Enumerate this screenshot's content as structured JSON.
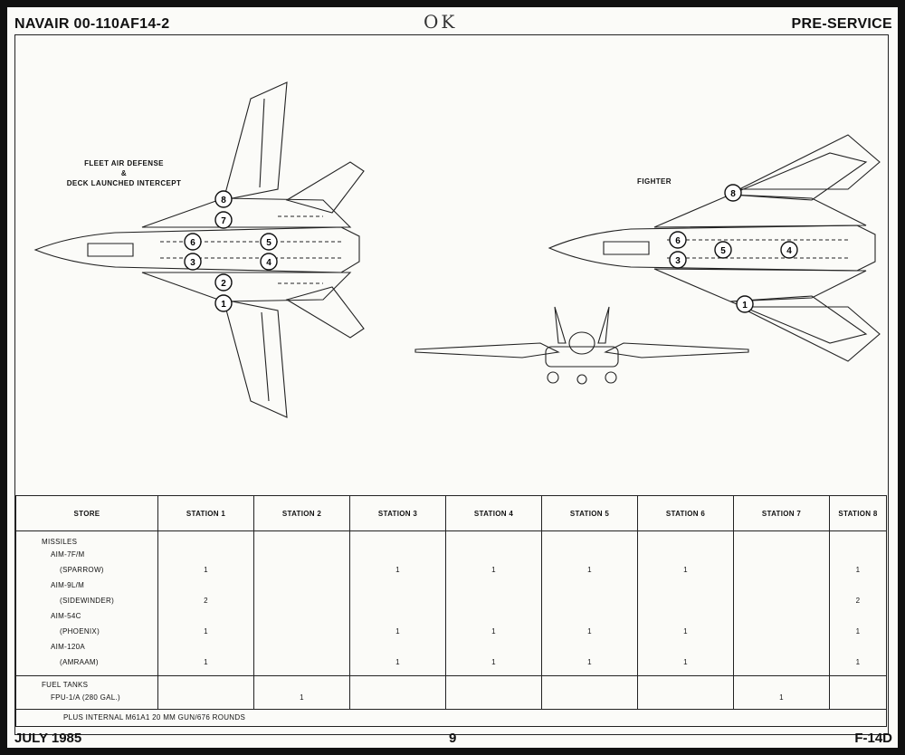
{
  "header": {
    "doc_number": "NAVAIR 00-110AF14-2",
    "handwritten_note": "OK",
    "section": "PRE-SERVICE"
  },
  "diagram": {
    "left_title": "FLEET AIR DEFENSE\n&\nDECK LAUNCHED INTERCEPT",
    "right_title": "FIGHTER",
    "stations": [
      "1",
      "2",
      "3",
      "4",
      "5",
      "6",
      "7",
      "8"
    ]
  },
  "table": {
    "headers": [
      "STORE",
      "STATION 1",
      "STATION 2",
      "STATION 3",
      "STATION 4",
      "STATION 5",
      "STATION 6",
      "STATION 7",
      "STATION 8"
    ],
    "missiles_label": "MISSILES",
    "missiles": [
      {
        "name": "AIM-7F/M",
        "sub": "(SPARROW)",
        "values": [
          "1",
          "",
          "1",
          "1",
          "1",
          "1",
          "",
          "1"
        ]
      },
      {
        "name": "AIM-9L/M",
        "sub": "(SIDEWINDER)",
        "values": [
          "2",
          "",
          "",
          "",
          "",
          "",
          "",
          "2"
        ]
      },
      {
        "name": "AIM-54C",
        "sub": "(PHOENIX)",
        "values": [
          "1",
          "",
          "1",
          "1",
          "1",
          "1",
          "",
          "1"
        ]
      },
      {
        "name": "AIM-120A",
        "sub": "(AMRAAM)",
        "values": [
          "1",
          "",
          "1",
          "1",
          "1",
          "1",
          "",
          "1"
        ]
      }
    ],
    "fuel_label": "FUEL TANKS",
    "fuel": [
      {
        "name": "FPU-1/A (280 GAL.)",
        "values": [
          "",
          "1",
          "",
          "",
          "",
          "",
          "1",
          ""
        ]
      }
    ],
    "note": "PLUS INTERNAL M61A1 20 MM GUN/676 ROUNDS"
  },
  "footer": {
    "date": "JULY 1985",
    "page": "9",
    "aircraft": "F-14D"
  }
}
